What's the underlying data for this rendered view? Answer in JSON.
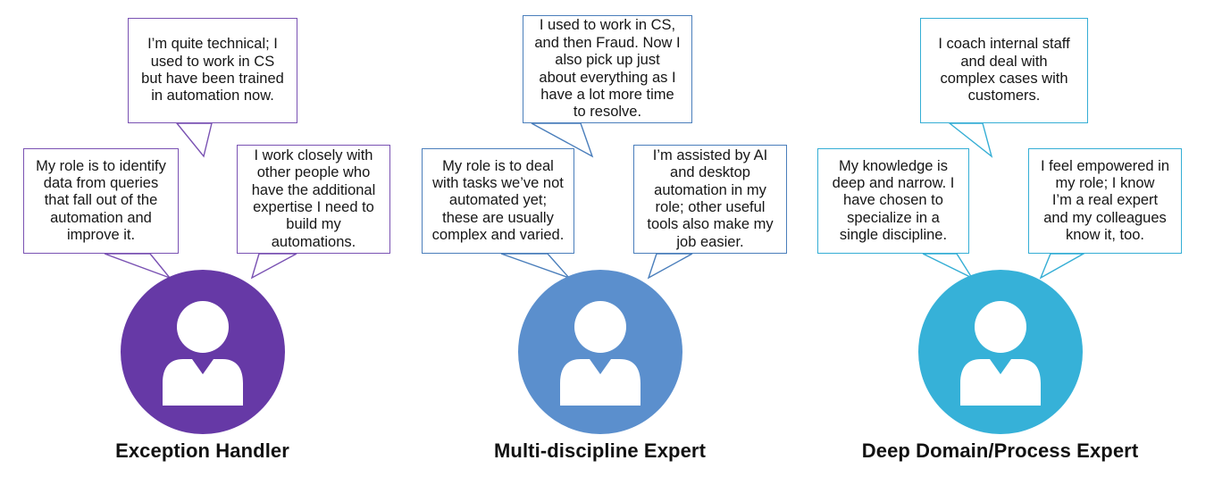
{
  "diagram": {
    "type": "persona-speech-bubble-diagram",
    "background_color": "#ffffff",
    "personas": [
      {
        "id": "exception-handler",
        "label": "Exception Handler",
        "accent_color": "#6639A6",
        "border_color": "#7A52B3",
        "avatar_icon": "person-avatar-icon",
        "bubbles": {
          "top": "I’m quite technical; I\nused to work in CS\nbut have been trained\nin automation now.",
          "left": "My role is to identify\ndata from queries\nthat fall out of the\nautomation and\nimprove it.",
          "right": "I work closely with\nother people who\nhave the additional\nexpertise I need to\nbuild my\nautomations."
        }
      },
      {
        "id": "multi-discipline-expert",
        "label": "Multi-discipline Expert",
        "accent_color": "#5B8FCD",
        "border_color": "#4A7EBB",
        "avatar_icon": "person-avatar-icon",
        "bubbles": {
          "top": "I used to work in CS,\nand then Fraud. Now I\nalso pick up just\nabout everything as I\nhave a lot more time\nto resolve.",
          "left": "My role is to deal\nwith tasks we’ve not\nautomated yet;\nthese are usually\ncomplex and varied.",
          "right": "I’m assisted by AI\nand desktop\nautomation in my\nrole; other useful\ntools also make my\njob easier."
        }
      },
      {
        "id": "deep-domain-process-expert",
        "label": "Deep Domain/Process Expert",
        "accent_color": "#36B1D8",
        "border_color": "#35AED5",
        "avatar_icon": "person-avatar-icon",
        "bubbles": {
          "top": "I coach internal staff\nand deal with\ncomplex cases with\ncustomers.",
          "left": "My knowledge is\ndeep and narrow. I\nhave chosen to\nspecialize in a\nsingle discipline.",
          "right": "I feel empowered in\nmy role; I know\nI’m a real expert\nand my colleagues\nknow it, too."
        }
      }
    ]
  }
}
